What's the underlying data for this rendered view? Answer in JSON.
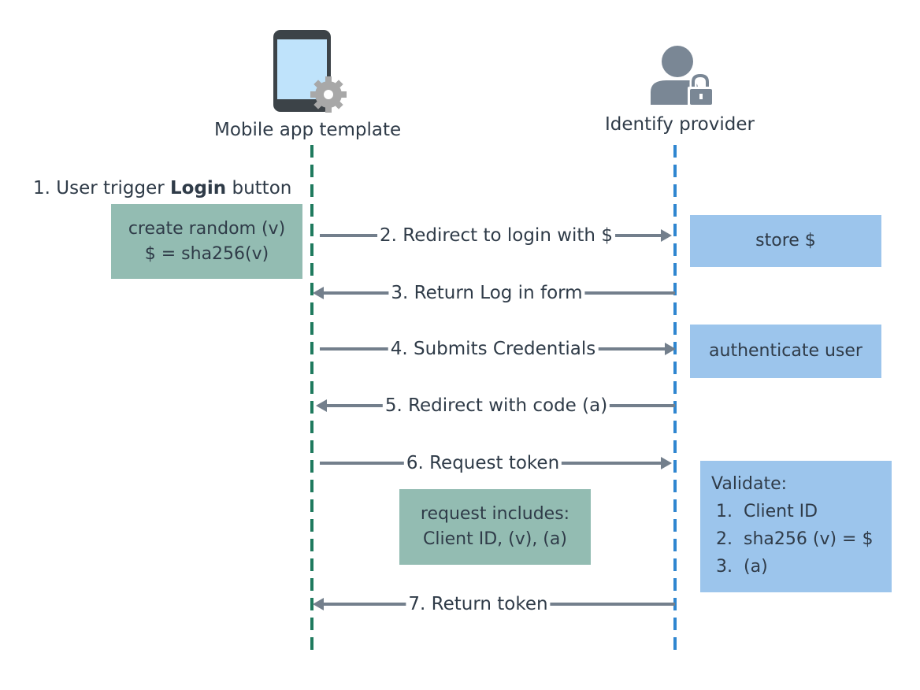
{
  "actors": {
    "left": {
      "label": "Mobile app template",
      "icon": "mobile-phone-gear-icon"
    },
    "right": {
      "label": "Identify provider",
      "icon": "user-lock-icon"
    }
  },
  "step1": {
    "number": "1.",
    "text_before": "User trigger",
    "text_bold": "Login",
    "text_after": "button"
  },
  "notes": {
    "create_random": {
      "line1": "create random (v)",
      "line2": "$ = sha256(v)"
    },
    "store": "store $",
    "authenticate": "authenticate user",
    "request_includes": {
      "line1": "request includes:",
      "line2": "Client ID, (v), (a)"
    },
    "validate": {
      "title": "Validate:",
      "items": [
        {
          "num": "1.",
          "text": "Client ID"
        },
        {
          "num": "2.",
          "text": "sha256 (v) = $"
        },
        {
          "num": "3.",
          "text": "(a)"
        }
      ]
    }
  },
  "messages": [
    {
      "label": "2. Redirect to login with $",
      "direction": "right"
    },
    {
      "label": "3. Return Log in form",
      "direction": "left"
    },
    {
      "label": "4. Submits Credentials",
      "direction": "right"
    },
    {
      "label": "5. Redirect with code (a)",
      "direction": "left"
    },
    {
      "label": "6. Request token",
      "direction": "right"
    },
    {
      "label": "7. Return token",
      "direction": "left"
    }
  ],
  "colors": {
    "left_lifeline": "#1f7a5e",
    "right_lifeline": "#2f86d0",
    "arrow": "#737f8c",
    "green_note": "#93bcb2",
    "blue_note": "#9cc5ec",
    "text": "#2f3b48"
  }
}
